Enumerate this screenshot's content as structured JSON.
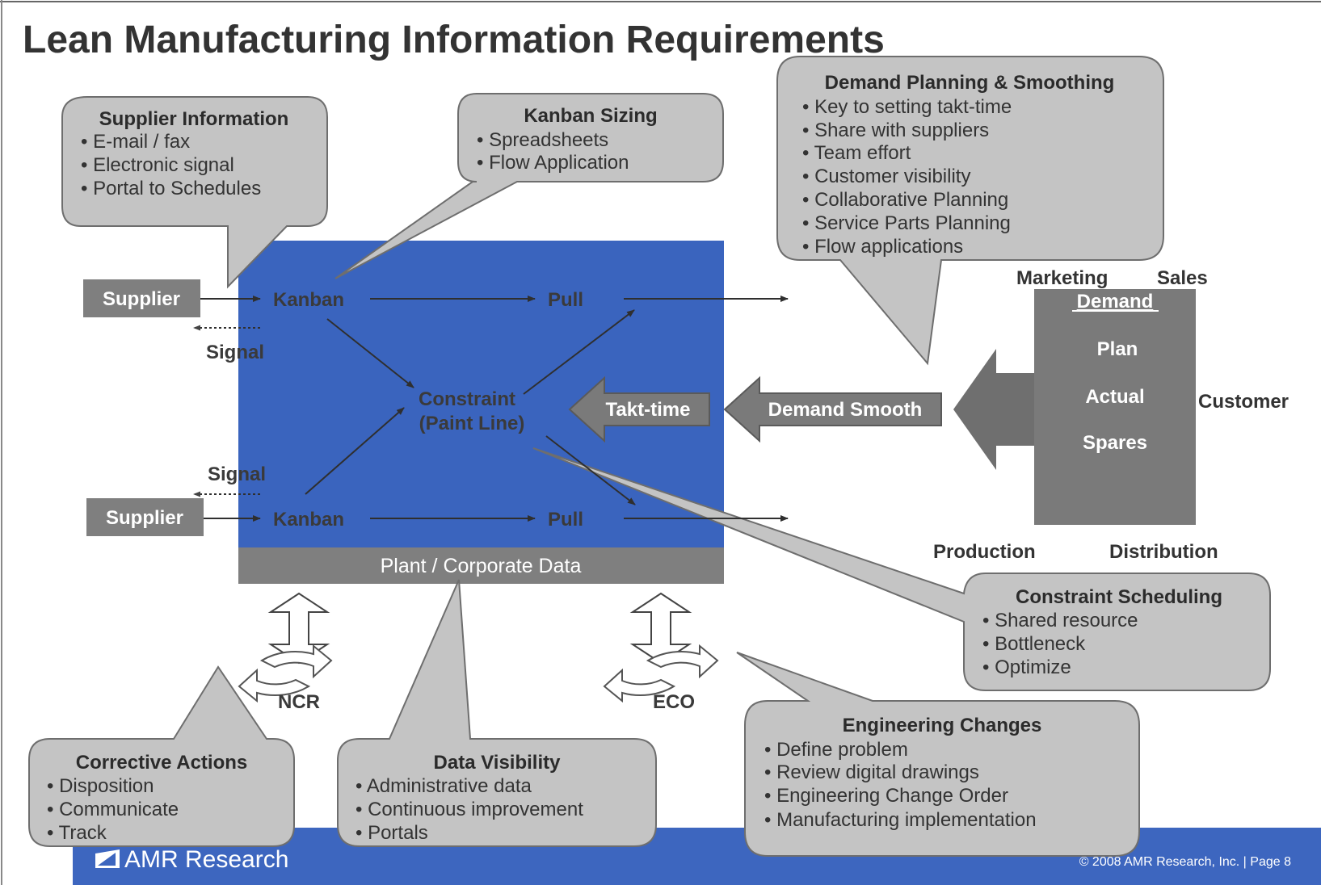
{
  "title": "Lean Manufacturing  Information Requirements",
  "callouts": {
    "supplier_info": {
      "heading": "Supplier Information",
      "bullets": [
        "E-mail /  fax",
        "Electronic signal",
        "Portal to Schedules"
      ]
    },
    "kanban_sizing": {
      "heading": "Kanban Sizing",
      "bullets": [
        "Spreadsheets",
        "Flow Application"
      ]
    },
    "demand_planning": {
      "heading": "Demand Planning & Smoothing",
      "bullets": [
        "Key to setting takt-time",
        "Share with suppliers",
        "Team effort",
        "Customer visibility",
        "Collaborative Planning",
        "Service Parts Planning",
        "Flow applications"
      ]
    },
    "constraint_scheduling": {
      "heading": "Constraint Scheduling",
      "bullets": [
        "Shared resource",
        "Bottleneck",
        "Optimize"
      ]
    },
    "engineering_changes": {
      "heading": "Engineering Changes",
      "bullets": [
        "Define problem",
        "Review digital drawings",
        "Engineering Change Order",
        "Manufacturing implementation"
      ]
    },
    "corrective_actions": {
      "heading": "Corrective Actions",
      "bullets": [
        "Disposition",
        "Communicate",
        "Track"
      ]
    },
    "data_visibility": {
      "heading": "Data Visibility",
      "bullets": [
        "Administrative data",
        "Continuous improvement",
        "Portals"
      ]
    }
  },
  "plant": {
    "kanban": "Kanban",
    "pull": "Pull",
    "constraint_line1": "Constraint",
    "constraint_line2": "(Paint Line)",
    "signal": "Signal",
    "footer": "Plant / Corporate Data"
  },
  "supplier": "Supplier",
  "arrows": {
    "takt_time": "Takt-time",
    "demand_smooth": "Demand Smooth"
  },
  "demand_box": {
    "demand": "Demand",
    "plan": "Plan",
    "actual": "Actual",
    "spares": "Spares"
  },
  "around_labels": {
    "marketing": "Marketing",
    "sales": "Sales",
    "customer": "Customer",
    "production": "Production",
    "distribution": "Distribution"
  },
  "cycles": {
    "ncr": "NCR",
    "eco": "ECO"
  },
  "footer_bar": {
    "brand": "AMR Research",
    "copyright": "© 2008 AMR Research, Inc. | Page 8"
  },
  "colors": {
    "plant_blue": "#3a64be",
    "bar_blue": "#3d66bf",
    "gray_box": "#7a7a7a",
    "callout_fill": "#c4c4c4"
  },
  "bullet_char": "•"
}
